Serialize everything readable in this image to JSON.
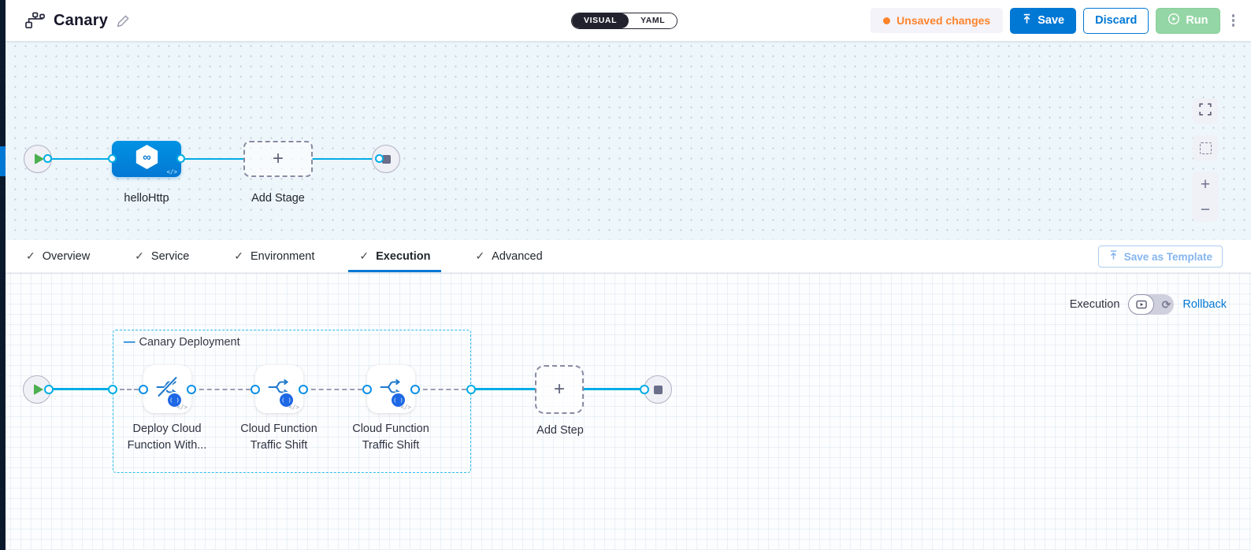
{
  "colors": {
    "accent_blue": "#0278d5",
    "link_cyan": "#00ade4",
    "stage_blue": "#0292e3",
    "orange": "#ff832b",
    "play_green": "#4caf50",
    "run_button_green": "#94d6a5",
    "dark_navy": "#17172b"
  },
  "header": {
    "title": "Canary",
    "view_toggle": {
      "options": [
        "VISUAL",
        "YAML"
      ],
      "selected": "VISUAL"
    },
    "unsaved_badge": {
      "label": "Unsaved changes"
    },
    "save_button": "Save",
    "discard_button": "Discard",
    "run_button": "Run"
  },
  "stage_canvas": {
    "stage": {
      "label": "helloHttp",
      "icon_glyph": "∞",
      "code_glyph": "</>"
    },
    "add_stage": {
      "label": "Add Stage",
      "plus_glyph": "+"
    },
    "controls": {
      "zoom_in": "+",
      "zoom_out": "−"
    }
  },
  "tabs": {
    "items": [
      {
        "label": "Overview",
        "check": "✓"
      },
      {
        "label": "Service",
        "check": "✓"
      },
      {
        "label": "Environment",
        "check": "✓"
      },
      {
        "label": "Execution",
        "check": "✓"
      },
      {
        "label": "Advanced",
        "check": "✓"
      }
    ],
    "active": "Execution",
    "save_as_template": "Save as Template"
  },
  "execution": {
    "mode_label": "Execution",
    "rollback_label": "Rollback",
    "rollback_toggle_glyph": "⟳",
    "group": {
      "label": "Canary Deployment",
      "collapse_glyph": "—",
      "steps": [
        {
          "label": "Deploy Cloud Function With...",
          "badge_glyph": "( )",
          "code_glyph": "</>"
        },
        {
          "label": "Cloud Function Traffic Shift",
          "badge_glyph": "( )",
          "code_glyph": "</>"
        },
        {
          "label": "Cloud Function Traffic Shift",
          "badge_glyph": "( )",
          "code_glyph": "</>"
        }
      ]
    },
    "add_step": {
      "label": "Add Step",
      "plus_glyph": "+"
    }
  }
}
